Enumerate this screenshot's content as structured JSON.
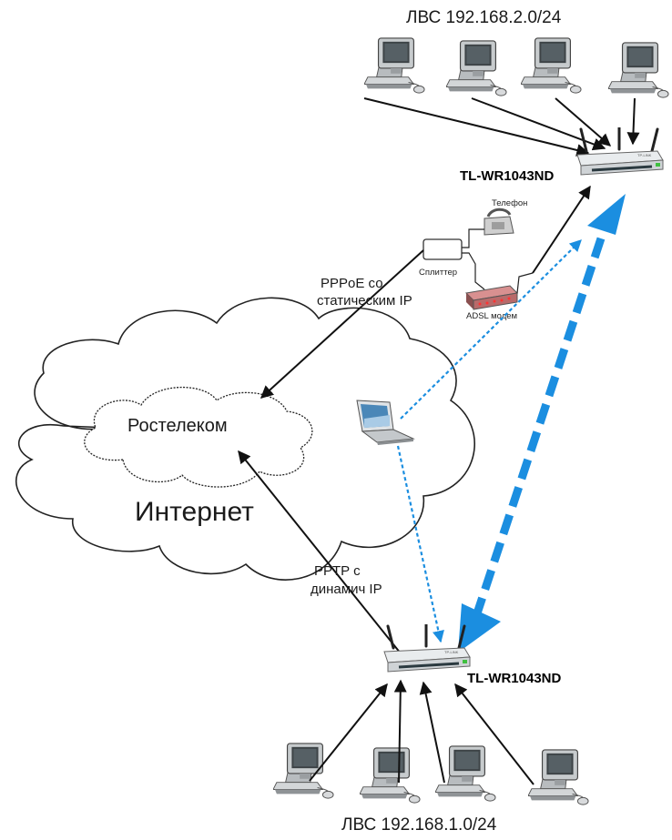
{
  "top_lan": {
    "title": "ЛВС 192.168.2.0/24",
    "router_label": "TL-WR1043ND"
  },
  "bottom_lan": {
    "title": "ЛВС 192.168.1.0/24",
    "router_label": "TL-WR1043ND"
  },
  "cloud": {
    "internet_label": "Интернет",
    "isp_label": "Ростелеком"
  },
  "top_link": {
    "line1": "PPPoE со",
    "line2": "статическим IP"
  },
  "bottom_link": {
    "line1": "PPTP с",
    "line2": "динамич IP"
  },
  "adsl_chain": {
    "phone_label": "Телефон",
    "splitter_label": "Сплиттер",
    "modem_label": "ADSL модем"
  },
  "colors": {
    "vpn_tunnel": "#1b8ee0",
    "wifi_link": "#1b8ee0",
    "wire": "#111111"
  }
}
